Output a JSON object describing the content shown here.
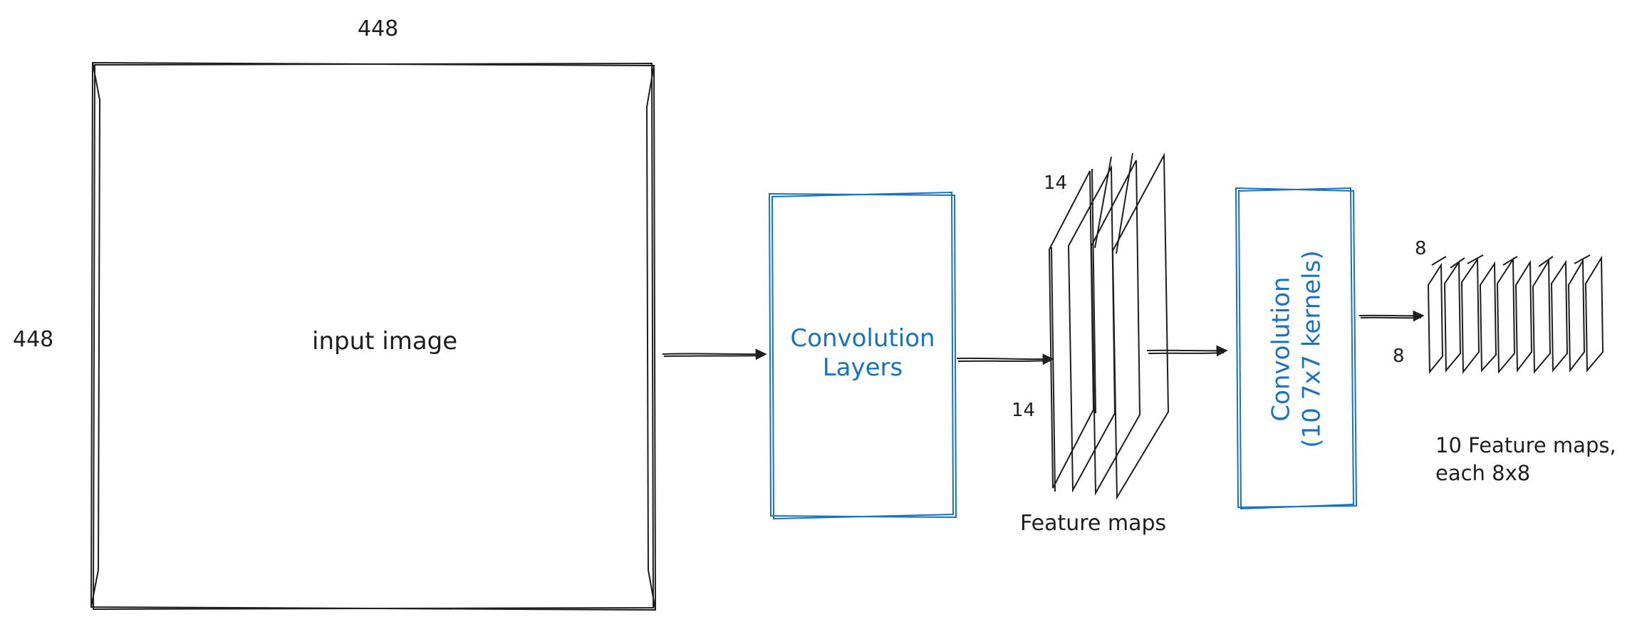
{
  "input": {
    "label": "input image",
    "width_label": "448",
    "height_label": "448"
  },
  "conv1": {
    "line1": "Convolution",
    "line2": "Layers"
  },
  "maps1": {
    "top_label": "14",
    "side_label": "14",
    "caption": "Feature maps"
  },
  "conv2": {
    "line1": "Convolution",
    "line2": "(10 7x7 kernels)"
  },
  "maps2": {
    "top_label": "8",
    "side_label": "8",
    "caption_line1": "10 Feature maps,",
    "caption_line2": "each 8x8"
  },
  "colors": {
    "stroke": "#1e1e1e",
    "accent": "#1971c2"
  }
}
